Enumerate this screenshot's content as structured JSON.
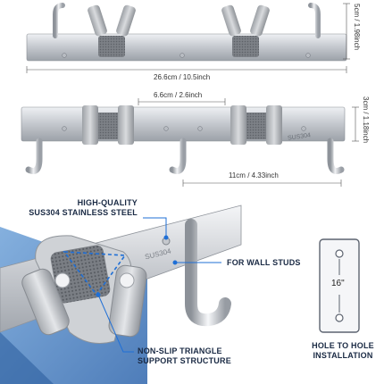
{
  "dimensions": {
    "top_height": "5cm / 1.98inch",
    "total_width": "26.6cm / 10.5inch",
    "gap_small": "6.6cm / 2.6inch",
    "rack_height": "3cm / 1.18inch",
    "gap_large": "11cm / 4.33inch"
  },
  "engraving": "SUS304",
  "callouts": {
    "material_line1": "HIGH-QUALITY",
    "material_line2": "SUS304 STAINLESS STEEL",
    "wall_studs": "FOR WALL STUDS",
    "non_slip_line1": "NON-SLIP TRIANGLE",
    "non_slip_line2": "SUPPORT STRUCTURE",
    "hole_line1": "HOLE TO HOLE",
    "hole_line2": "INSTALLATION",
    "hole_distance": "16\""
  },
  "colors": {
    "accent_blue": "#1f6fd6",
    "wall_blue": "#4f86c6",
    "steel": "#c9ccd1",
    "text_dark": "#1a2a44"
  },
  "icons": [
    "mop-holder-icon",
    "hook-icon",
    "screw-icon"
  ]
}
